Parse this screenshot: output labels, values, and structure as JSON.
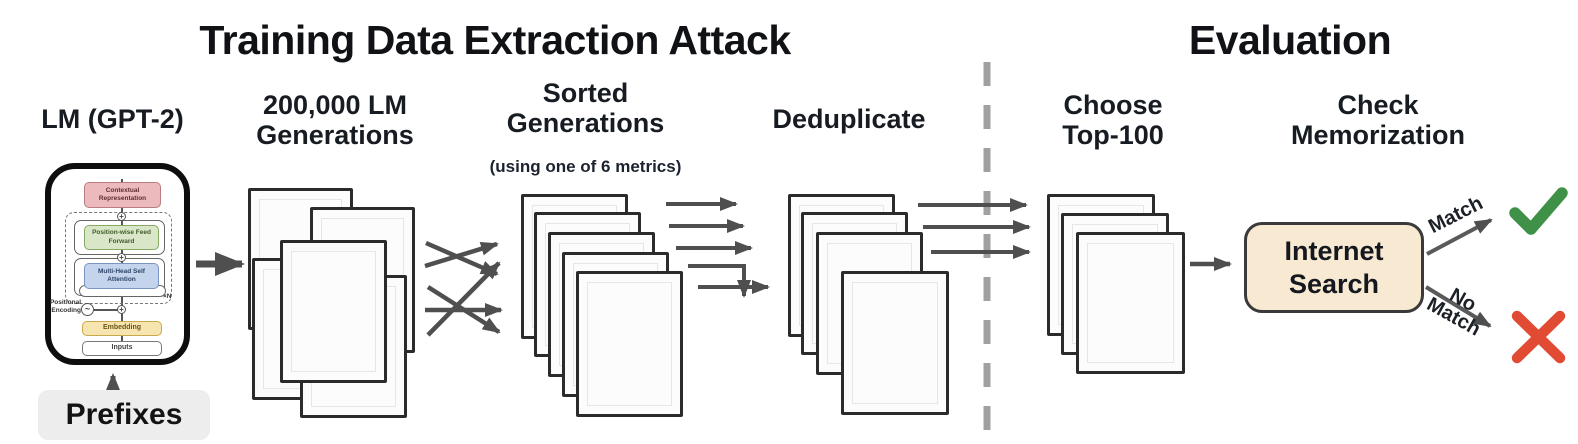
{
  "attack": {
    "title": "Training Data Extraction Attack",
    "lm_label": "LM (GPT-2)",
    "prefixes_label": "Prefixes",
    "generations_label": "200,000 LM Generations",
    "sorted_label": "Sorted Generations",
    "sorted_sublabel": "(using one of 6 metrics)",
    "dedup_label": "Deduplicate",
    "transformer": {
      "contextual_label": "Contextual Representation",
      "feed_forward_label": "Position-wise Feed Forward",
      "attention_label": "Multi-Head Self Attention",
      "positional_label": "Positional Encoding",
      "embedding_label": "Embedding",
      "inputs_label": "Inputs",
      "repeat_label": "×N"
    }
  },
  "evaluation": {
    "title": "Evaluation",
    "choose_label": "Choose Top-100",
    "check_label": "Check Memorization",
    "internet_search_label": "Internet Search",
    "match_label": "Match",
    "no_match_label": "No Match"
  },
  "icons": {
    "plus": "+",
    "wave": "~"
  },
  "colors": {
    "check_green": "#3f9147",
    "cross_red": "#e24b33",
    "internet_box_bg": "#f8e9d2",
    "prefixes_box_bg": "#ededed",
    "arrow_gray": "#4f4f4f",
    "divider_gray": "#a0a0a0",
    "tf_contextual_bg": "#ecb9bd",
    "tf_feed_forward_bg": "#d9e7c8",
    "tf_attention_bg": "#c3d4ec",
    "tf_embedding_bg": "#f6e5ae"
  }
}
